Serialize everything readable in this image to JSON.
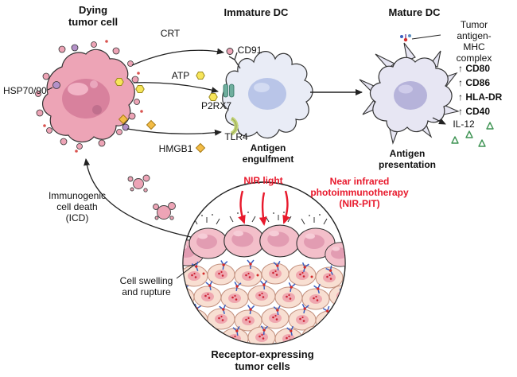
{
  "titles": {
    "dying_tumor_cell": "Dying\ntumor cell",
    "immature_dc": "Immature DC",
    "mature_dc": "Mature DC",
    "antigen_engulfment": "Antigen\nengulfment",
    "antigen_presentation": "Antigen\npresentation",
    "receptor_tumor_cells": "Receptor-expressing\ntumor cells"
  },
  "molecules": {
    "hsp": "HSP70/90",
    "crt": "CRT",
    "atp": "ATP",
    "hmgb1": "HMGB1",
    "cd91": "CD91",
    "p2rx7": "P2RX7",
    "tlr4": "TLR4",
    "mhc_complex": "Tumor antigen-\nMHC complex",
    "cd80": "↑ CD80",
    "cd86": "↑ CD86",
    "hla_dr": "↑ HLA-DR",
    "cd40": "↑ CD40",
    "il12": "IL-12"
  },
  "annotations": {
    "icd": "Immunogenic\ncell death\n(ICD)",
    "nir_light": "NIR light",
    "nir_pit": "Near infrared\nphotoimmunotherapy\n(NIR-PIT)",
    "cell_swelling": "Cell swelling\nand rupture"
  },
  "colors": {
    "accent_red": "#e8192c",
    "tumor_cell_pink": "#eda4b6",
    "tumor_nucleus_pink": "#d8819d",
    "immature_dc_body": "#e9ecf6",
    "immature_dc_nucleus": "#b9c5e8",
    "mature_dc_body": "#e7e6f3",
    "mature_dc_nucleus": "#b6b3da",
    "atp_yellow": "#f7e55a",
    "hmgb1_orange": "#f3bc45",
    "hsp_lavender": "#b491c8",
    "antibody_blue": "#3b5fc0",
    "photoabsorber_red": "#d42b2b",
    "il12_green": "#3f9454",
    "packed_cell_beige": "#f8dfd2",
    "packed_nucleus_pink": "#efa8b0"
  }
}
